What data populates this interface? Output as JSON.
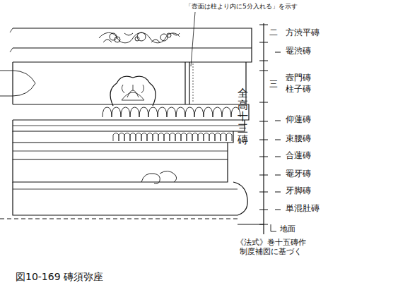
{
  "diagram": {
    "caption": "図10-169 磚須弥座",
    "labels": [
      "「壼面は柱より内に5分入れる」を示す",
      "二",
      "方渋平磚",
      "罨渋磚",
      "三",
      "壼門磚",
      "柱子磚",
      "全高十三磚",
      "仰蓮磚",
      "束腰磚",
      "合蓮磚",
      "罨牙磚",
      "牙脚磚",
      "単混肚磚",
      "地面",
      "《法式》巻十五磚作 制度補図に基づく"
    ]
  }
}
